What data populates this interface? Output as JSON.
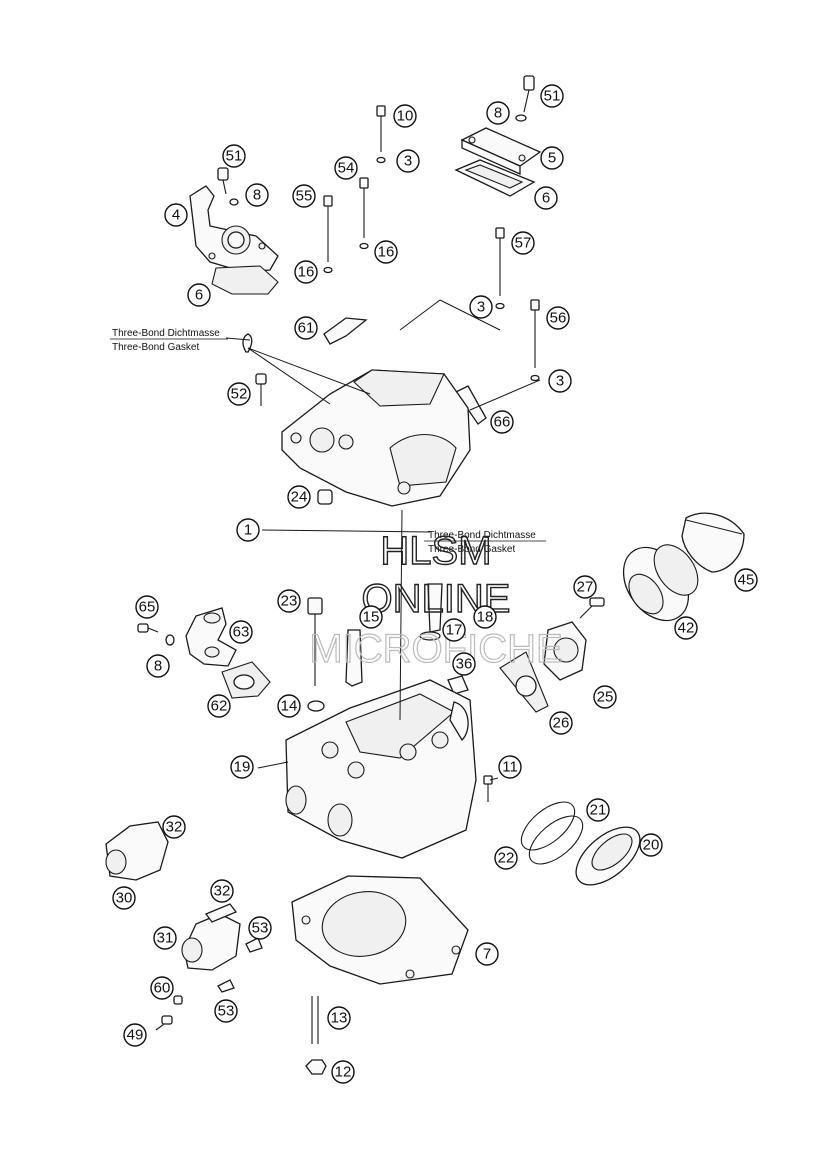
{
  "notes": {
    "sealant_top_line1": "Three-Bond Dichtmasse",
    "sealant_top_line2": "Three-Bond Gasket",
    "sealant_mid_line1": "Three-Bond Dichtmasse",
    "sealant_mid_line2": "Three-Bond Gasket"
  },
  "watermark": {
    "line1": "HLSM",
    "line2": "ONLINE",
    "line3": "MICROFICHE"
  },
  "callouts": [
    {
      "id": "c51a",
      "label": "51"
    },
    {
      "id": "c8a",
      "label": "8"
    },
    {
      "id": "c5",
      "label": "5"
    },
    {
      "id": "c6a",
      "label": "6"
    },
    {
      "id": "c10",
      "label": "10"
    },
    {
      "id": "c3a",
      "label": "3"
    },
    {
      "id": "c54",
      "label": "54"
    },
    {
      "id": "c51b",
      "label": "51"
    },
    {
      "id": "c8b",
      "label": "8"
    },
    {
      "id": "c4",
      "label": "4"
    },
    {
      "id": "c55",
      "label": "55"
    },
    {
      "id": "c16a",
      "label": "16"
    },
    {
      "id": "c16b",
      "label": "16"
    },
    {
      "id": "c57",
      "label": "57"
    },
    {
      "id": "c6b",
      "label": "6"
    },
    {
      "id": "c3b",
      "label": "3"
    },
    {
      "id": "c56",
      "label": "56"
    },
    {
      "id": "c61",
      "label": "61"
    },
    {
      "id": "c3c",
      "label": "3"
    },
    {
      "id": "c52",
      "label": "52"
    },
    {
      "id": "c66",
      "label": "66"
    },
    {
      "id": "c24",
      "label": "24"
    },
    {
      "id": "c1",
      "label": "1"
    },
    {
      "id": "c45",
      "label": "45"
    },
    {
      "id": "c27",
      "label": "27"
    },
    {
      "id": "c23",
      "label": "23"
    },
    {
      "id": "c15",
      "label": "15"
    },
    {
      "id": "c18",
      "label": "18"
    },
    {
      "id": "c17",
      "label": "17"
    },
    {
      "id": "c65",
      "label": "65"
    },
    {
      "id": "c63",
      "label": "63"
    },
    {
      "id": "c42",
      "label": "42"
    },
    {
      "id": "c36",
      "label": "36"
    },
    {
      "id": "c8c",
      "label": "8"
    },
    {
      "id": "c25",
      "label": "25"
    },
    {
      "id": "c62",
      "label": "62"
    },
    {
      "id": "c14",
      "label": "14"
    },
    {
      "id": "c26",
      "label": "26"
    },
    {
      "id": "c19",
      "label": "19"
    },
    {
      "id": "c11",
      "label": "11"
    },
    {
      "id": "c21",
      "label": "21"
    },
    {
      "id": "c32a",
      "label": "32"
    },
    {
      "id": "c20",
      "label": "20"
    },
    {
      "id": "c22",
      "label": "22"
    },
    {
      "id": "c30",
      "label": "30"
    },
    {
      "id": "c32b",
      "label": "32"
    },
    {
      "id": "c53a",
      "label": "53"
    },
    {
      "id": "c31",
      "label": "31"
    },
    {
      "id": "c7",
      "label": "7"
    },
    {
      "id": "c60",
      "label": "60"
    },
    {
      "id": "c53b",
      "label": "53"
    },
    {
      "id": "c13",
      "label": "13"
    },
    {
      "id": "c49",
      "label": "49"
    },
    {
      "id": "c12",
      "label": "12"
    }
  ]
}
